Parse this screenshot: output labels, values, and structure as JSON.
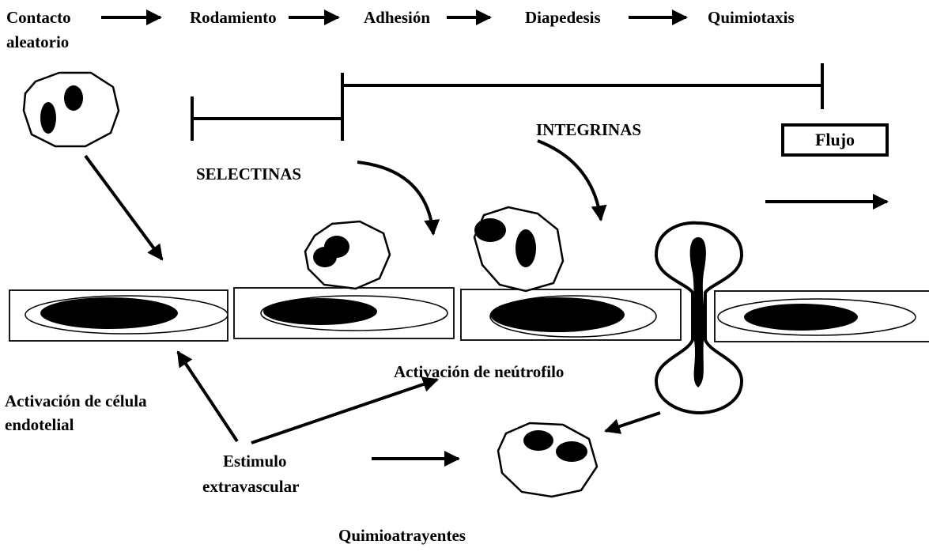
{
  "steps": {
    "contacto": "Contacto",
    "aleatorio": "aleatorio",
    "rodamiento": "Rodamiento",
    "adhesion": "Adhesión",
    "diapedesis": "Diapedesis",
    "quimiotaxis": "Quimiotaxis"
  },
  "labels": {
    "selectinas": "SELECTINAS",
    "integrinas": "INTEGRINAS",
    "flujo": "Flujo",
    "activacion_neutrofilo": "Activación de neútrofilo",
    "activacion_celula_1": "Activación de célula",
    "activacion_celula_2": "endotelial",
    "estimulo_1": "Estimulo",
    "estimulo_2": "extravascular",
    "quimioatrayentes": "Quimioatrayentes"
  }
}
